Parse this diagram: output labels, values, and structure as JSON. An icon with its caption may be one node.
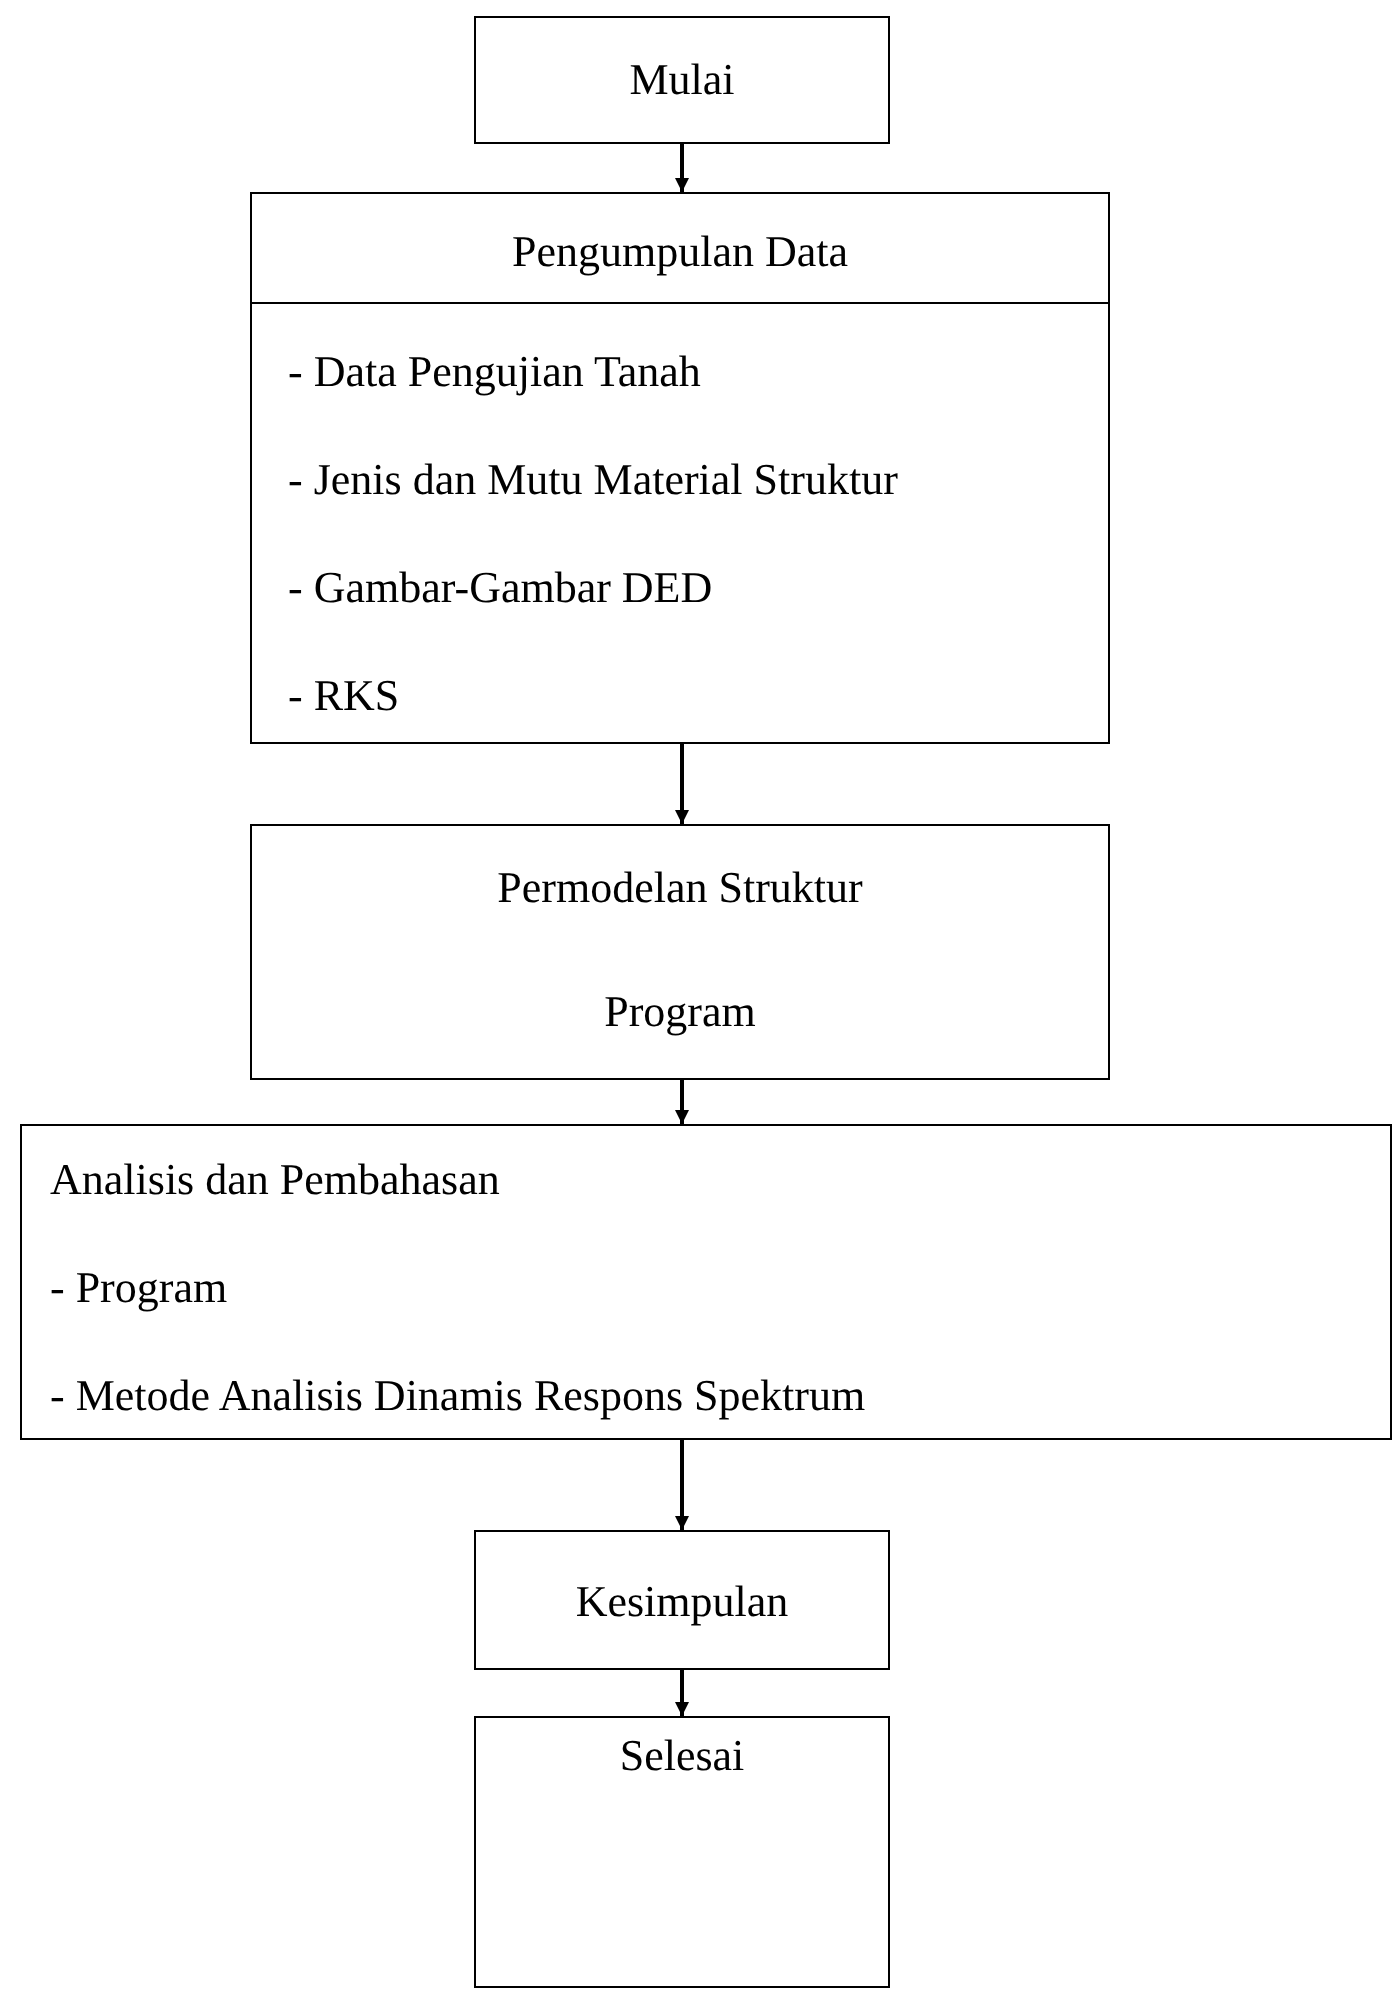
{
  "diagram": {
    "nodes": [
      {
        "text": [
          "Mulai"
        ]
      },
      {
        "text": [
          "Pengumpulan Data",
          "- Data Pengujian Tanah",
          "- Jenis dan Mutu Material Struktur",
          "- Gambar-Gambar DED",
          "- RKS"
        ]
      },
      {
        "text": [
          "Permodelan Struktur",
          "Program"
        ]
      },
      {
        "text": [
          "Analisis dan Pembahasan",
          "- Program",
          "- Metode Analisis Dinamis Respons Spektrum"
        ]
      },
      {
        "text": [
          "Kesimpulan"
        ]
      },
      {
        "text": [
          "Selesai"
        ]
      }
    ],
    "edges": [
      {
        "from": 0,
        "to": 1,
        "arrow": "to"
      },
      {
        "from": 1,
        "to": 2,
        "arrow": "to"
      },
      {
        "from": 2,
        "to": 3,
        "arrow": "to"
      },
      {
        "from": 3,
        "to": 4,
        "arrow": "to"
      },
      {
        "from": 4,
        "to": 5,
        "arrow": "to"
      }
    ]
  }
}
